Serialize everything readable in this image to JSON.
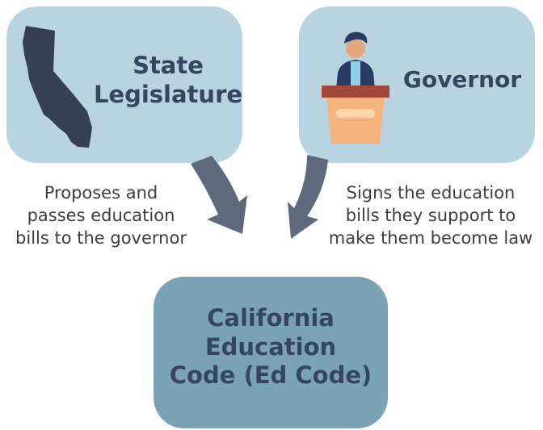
{
  "legislature": {
    "title_line1": "State",
    "title_line2": "Legislature",
    "caption_line1": "Proposes and",
    "caption_line2": "passes education",
    "caption_line3": "bills to the governor"
  },
  "governor": {
    "title": "Governor",
    "caption_line1": "Signs the education",
    "caption_line2": "bills they support to",
    "caption_line3": "make them become law"
  },
  "ed_code": {
    "title_line1": "California",
    "title_line2": "Education",
    "title_line3": "Code (Ed Code)"
  },
  "icons": [
    "california-map-icon",
    "governor-podium-icon",
    "arrow-icon"
  ],
  "colors": {
    "light_box": "#b7d4e0",
    "dark_box": "#7aa3b5",
    "title_text": "#354660",
    "arrow": "#5e6a7b"
  }
}
